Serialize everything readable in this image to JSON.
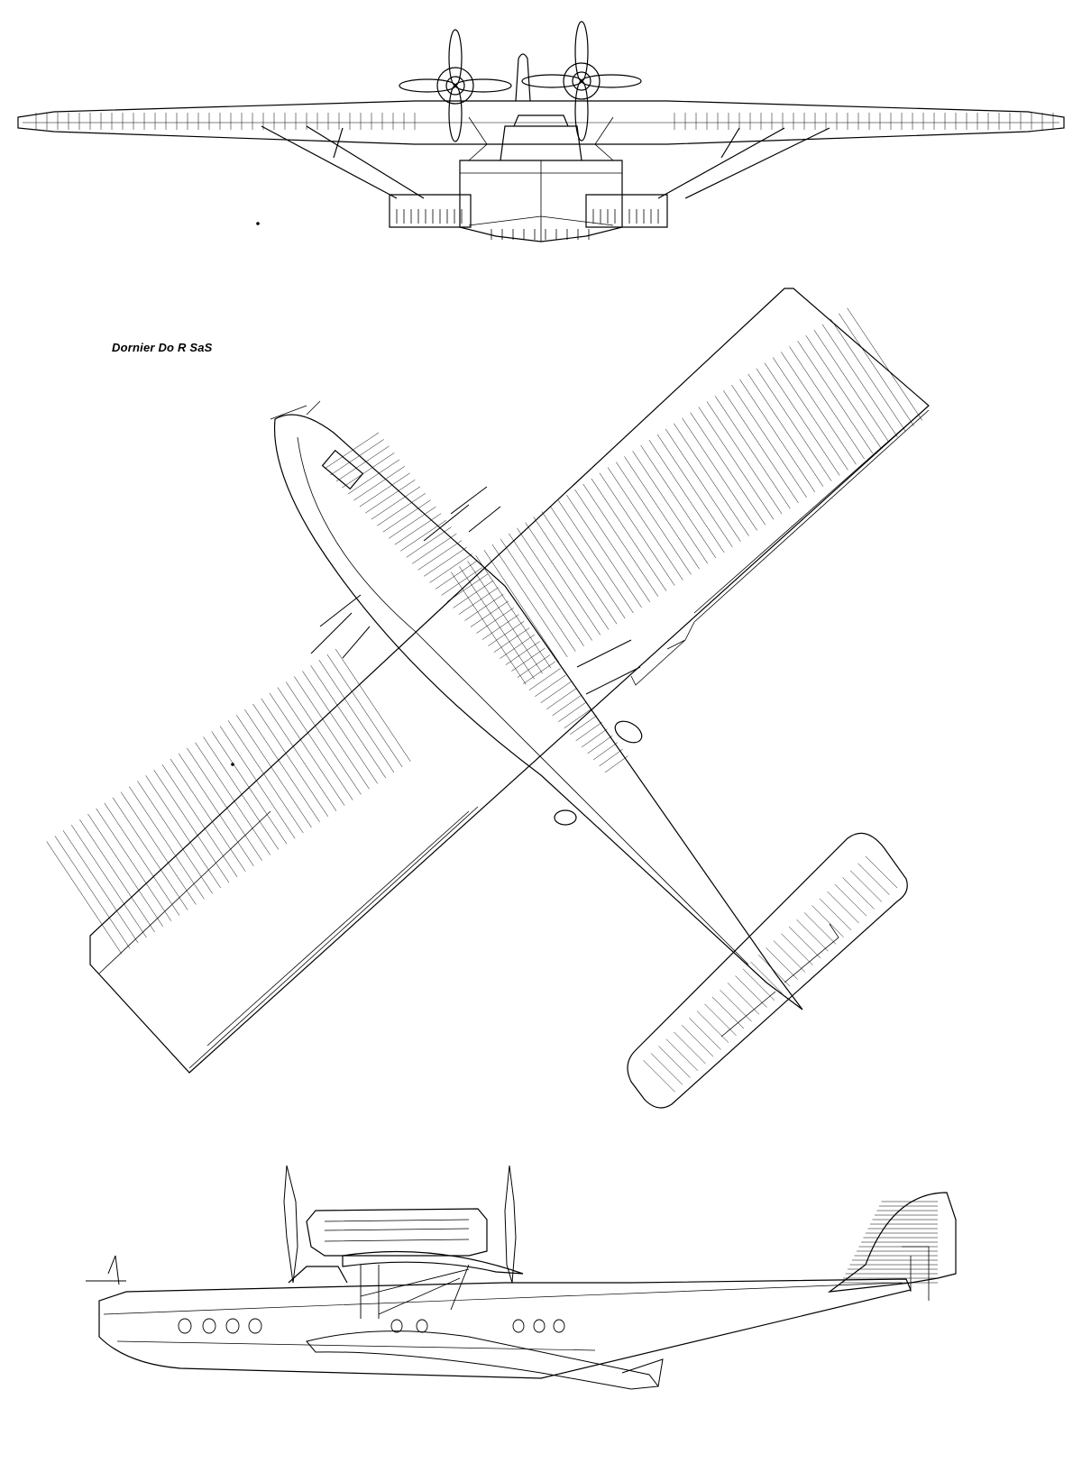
{
  "drawing": {
    "caption": "Dornier Do R SaS",
    "views": [
      "front",
      "plan",
      "side"
    ],
    "ink_color": "#000000",
    "paper_color": "#ffffff"
  }
}
